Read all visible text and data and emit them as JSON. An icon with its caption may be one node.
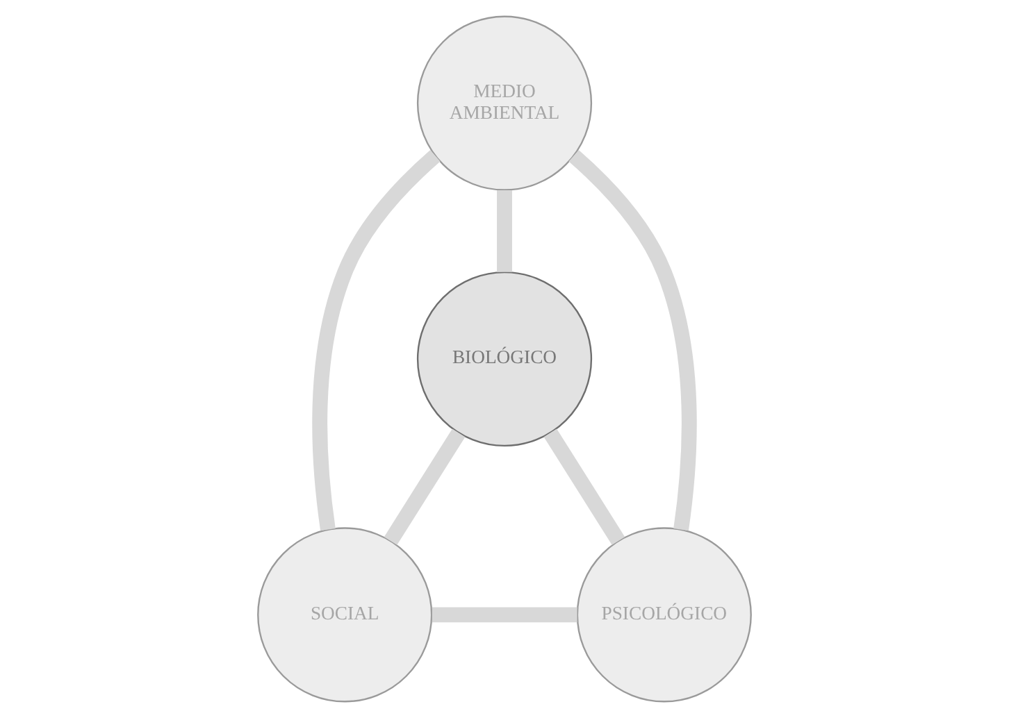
{
  "diagram": {
    "nodes": [
      {
        "text": [
          "MEDIO AMBIENTAL"
        ]
      },
      {
        "text": [
          "BIOLÓGICO"
        ]
      },
      {
        "text": [
          "SOCIAL"
        ]
      },
      {
        "text": [
          "PSICOLÓGICO"
        ]
      }
    ],
    "edges": [
      {
        "from": 0,
        "to": 1,
        "arrow": "none"
      },
      {
        "from": 0,
        "to": 2,
        "arrow": "none"
      },
      {
        "from": 0,
        "to": 3,
        "arrow": "none"
      },
      {
        "from": 1,
        "to": 2,
        "arrow": "none"
      },
      {
        "from": 1,
        "to": 3,
        "arrow": "none"
      },
      {
        "from": 2,
        "to": 3,
        "arrow": "none"
      }
    ]
  }
}
